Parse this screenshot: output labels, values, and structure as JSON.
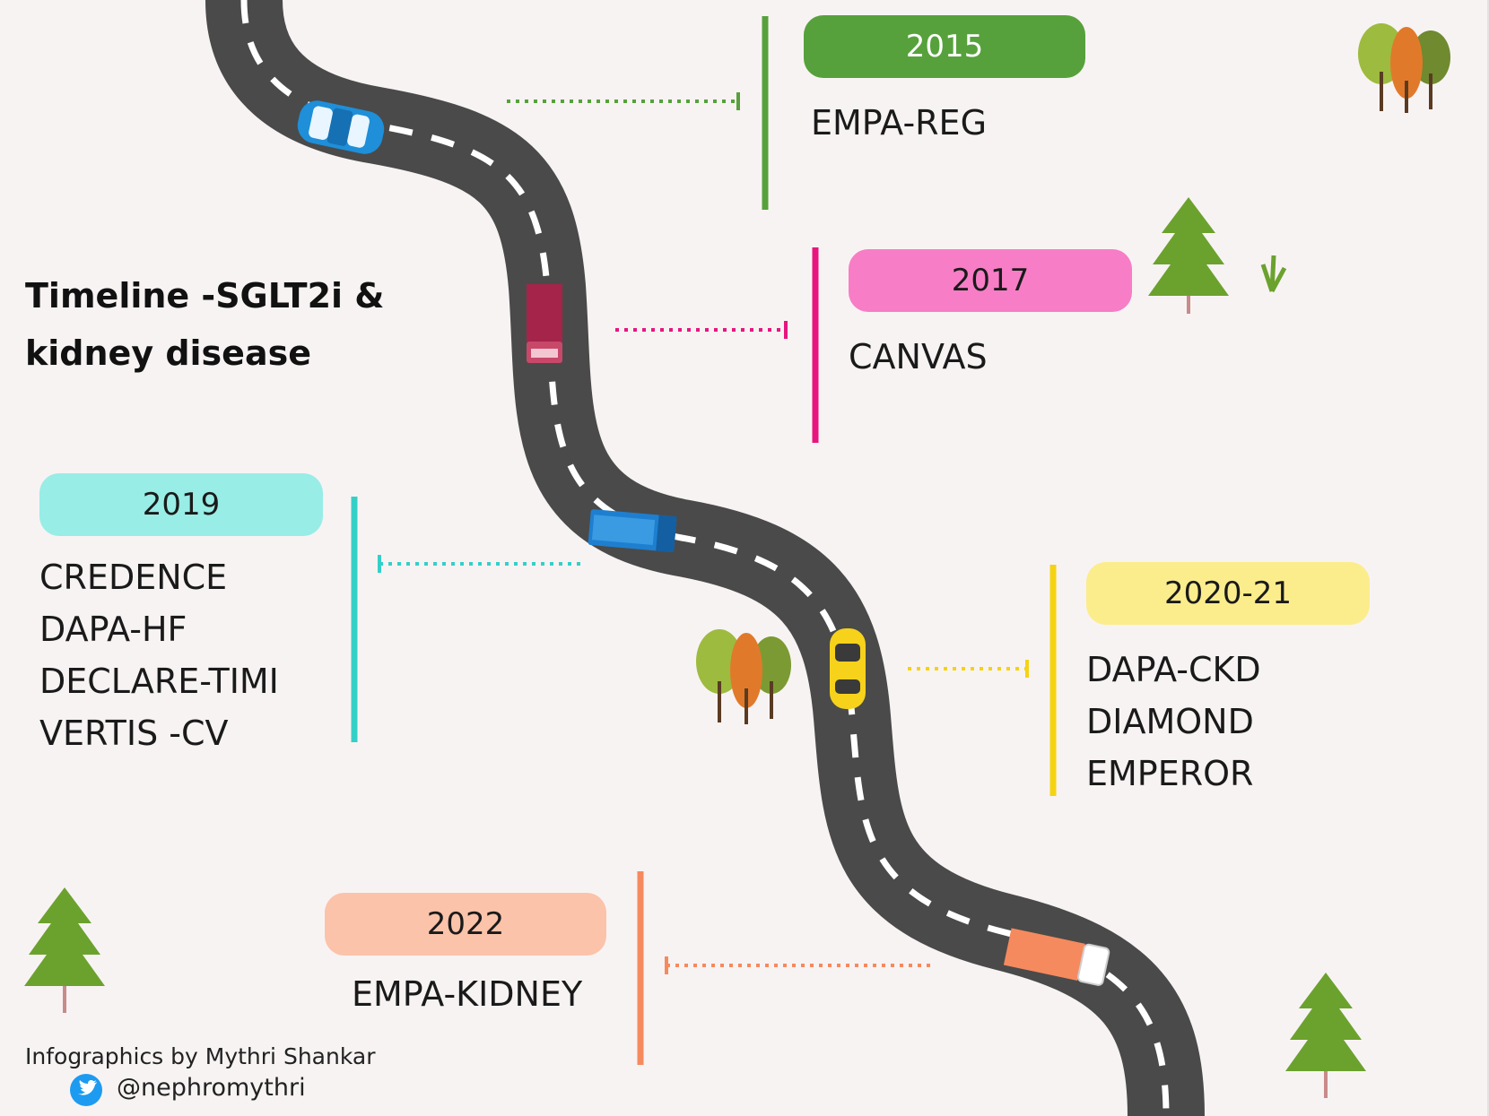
{
  "title": {
    "line1": "Timeline -SGLT2i  &",
    "line2": "kidney disease"
  },
  "milestones": [
    {
      "year": "2015",
      "trials": [
        "EMPA-REG"
      ],
      "color": "#56a13b",
      "text_color": "#ffffff"
    },
    {
      "year": "2017",
      "trials": [
        "CANVAS"
      ],
      "color": "#f77dc6",
      "text_color": "#1a1a1a",
      "accent": "#e8157f"
    },
    {
      "year": "2019",
      "trials": [
        "CREDENCE",
        "DAPA-HF",
        "DECLARE-TIMI",
        "VERTIS -CV"
      ],
      "color": "#98ede6",
      "text_color": "#1a1a1a",
      "accent": "#34d0c8"
    },
    {
      "year": "2020-21",
      "trials": [
        "DAPA-CKD",
        "DIAMOND",
        "EMPEROR"
      ],
      "color": "#fbed8c",
      "text_color": "#1a1a1a",
      "accent": "#f5d312"
    },
    {
      "year": "2022",
      "trials": [
        "EMPA-KIDNEY"
      ],
      "color": "#fbc3aa",
      "text_color": "#1a1a1a",
      "accent": "#f58a5e"
    }
  ],
  "credit": {
    "text": "Infographics by Mythri Shankar",
    "handle": "@nephromythri",
    "icon": "twitter-bird-icon"
  },
  "colors": {
    "background": "#f8f3f3",
    "road": "#4a4a4a",
    "road_dash": "#ffffff"
  }
}
